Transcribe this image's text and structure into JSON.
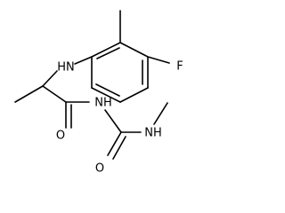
{
  "molecule": {
    "atoms": {
      "amine_nh": "HN",
      "fluorine": "F",
      "carbonyl_o1": "O",
      "amide_nh": "NH",
      "carbonyl_o2": "O",
      "methyl_nh": "NH"
    }
  }
}
